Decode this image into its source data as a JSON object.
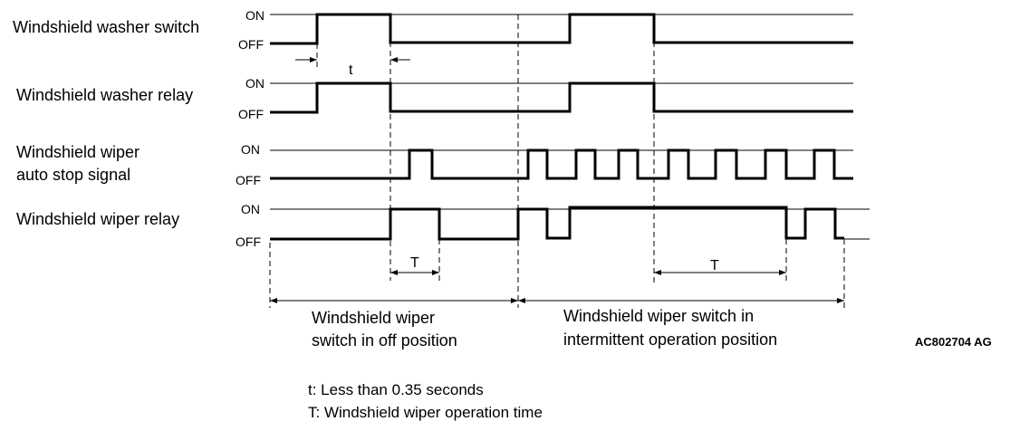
{
  "signals": [
    {
      "name": "Windshield washer switch",
      "on": "ON",
      "off": "OFF"
    },
    {
      "name": "Windshield washer relay",
      "on": "ON",
      "off": "OFF"
    },
    {
      "name_lines": [
        "Windshield wiper",
        "auto stop signal"
      ],
      "on": "ON",
      "off": "OFF"
    },
    {
      "name": "Windshield wiper relay",
      "on": "ON",
      "off": "OFF"
    }
  ],
  "markers": {
    "t": "t",
    "T_first": "T",
    "T_second": "T"
  },
  "sections": {
    "off_position": [
      "Windshield wiper",
      "switch in off position"
    ],
    "intermittent": [
      "Windshield wiper switch in",
      "intermittent operation position"
    ]
  },
  "figure_code": "AC802704 AG",
  "notes": {
    "t_note": "t: Less than 0.35 seconds",
    "T_note": "T: Windshield wiper operation time"
  }
}
